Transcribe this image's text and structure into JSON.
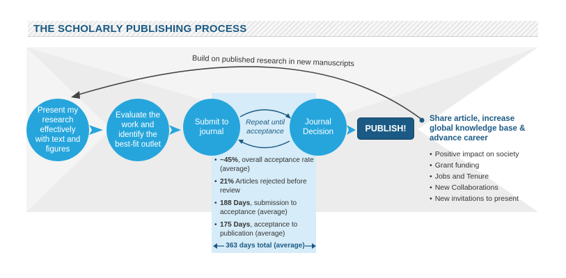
{
  "title": "THE SCHOLARLY PUBLISHING PROCESS",
  "loop_label": "Build on published research in new manuscripts",
  "steps": [
    {
      "label": "Present my research effectively with text and figures"
    },
    {
      "label": "Evaluate the work and identify the best-fit outlet"
    },
    {
      "label": "Submit to journal"
    },
    {
      "label": "Journal Decision"
    }
  ],
  "repeat_label": "Repeat until acceptance",
  "publish_label": "PUBLISH!",
  "stats": [
    {
      "bold": "~45%",
      "text": ", overall acceptance rate (average)"
    },
    {
      "bold": "21%",
      "text": " Articles rejected before review"
    },
    {
      "bold": "188 Days",
      "text": ", submission to acceptance (average)"
    },
    {
      "bold": "175 Days",
      "text": ", acceptance to publication (average)"
    }
  ],
  "total": "363 days total (average)",
  "share_heading": "Share article, increase global knowledge base & advance career",
  "benefits": [
    "Positive impact on society",
    "Grant funding",
    "Jobs and Tenure",
    "New Collaborations",
    "New invitations to present"
  ],
  "colors": {
    "circle": "#26a5dc",
    "dark_blue": "#1b5a84",
    "stats_box": "#d6ecf8",
    "background_shape": "#e9e9e9"
  }
}
